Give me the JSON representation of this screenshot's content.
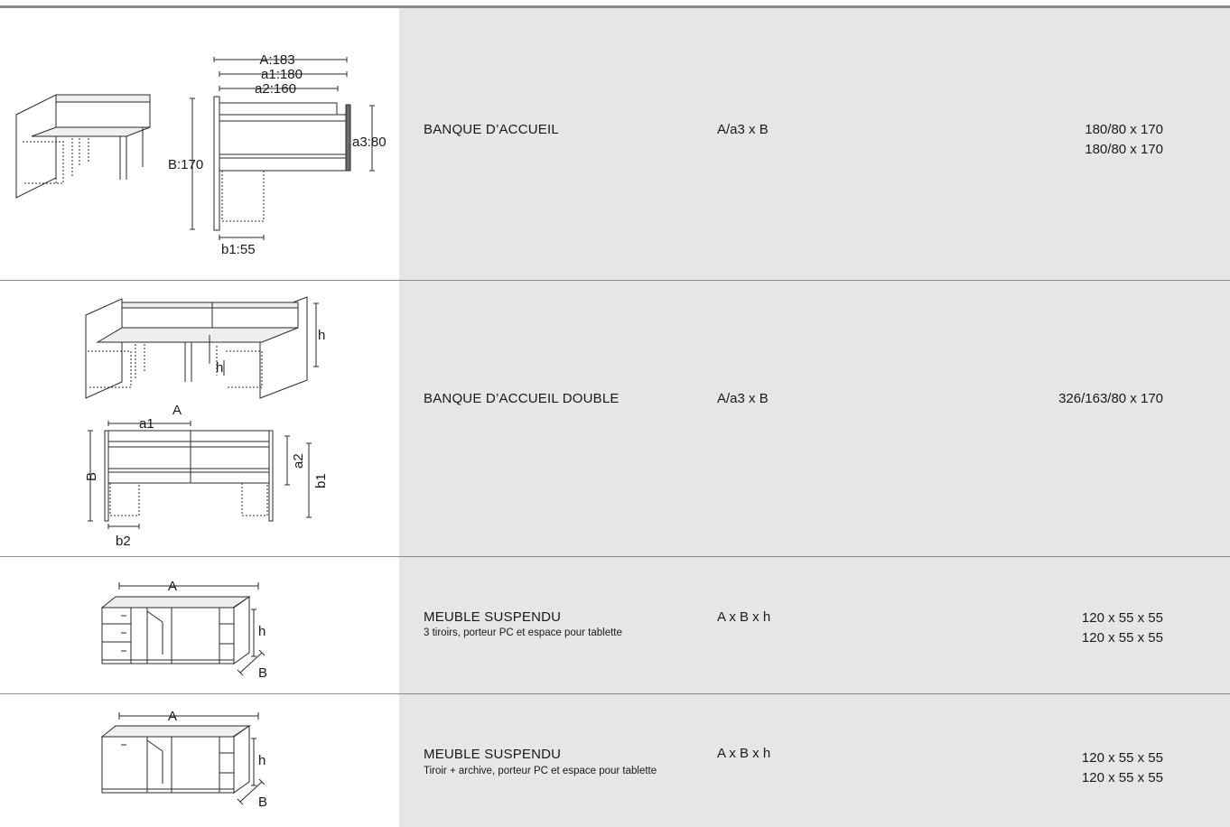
{
  "rows": [
    {
      "name": "BANQUE D’ACCUEIL",
      "description": "",
      "formula": "A/a3 x B",
      "values": [
        "180/80 x 170",
        "180/80 x 170"
      ],
      "dims": [
        "A:183",
        "a1:180",
        "a2:160",
        "B:170",
        "a3:80",
        "b1:55"
      ]
    },
    {
      "name": "BANQUE D’ACCUEIL DOUBLE",
      "description": "",
      "formula": "A/a3 x B",
      "values": [
        "326/163/80 x 170"
      ],
      "dims": [
        "h",
        "h",
        "A",
        "a1",
        "B",
        "a2",
        "b1",
        "b2"
      ]
    },
    {
      "name": "MEUBLE SUSPENDU",
      "description": "3 tiroirs, porteur PC et espace pour tablette",
      "formula": "A x B x h",
      "values": [
        "120 x 55 x 55",
        "120 x 55 x 55"
      ],
      "dims": [
        "A",
        "h",
        "B"
      ]
    },
    {
      "name": "MEUBLE SUSPENDU",
      "description": "Tiroir + archive, porteur PC et espace pour tablette",
      "formula": "A x B x h",
      "values": [
        "120 x 55 x 55",
        "120 x 55 x 55"
      ],
      "dims": [
        "A",
        "h",
        "B"
      ]
    }
  ]
}
